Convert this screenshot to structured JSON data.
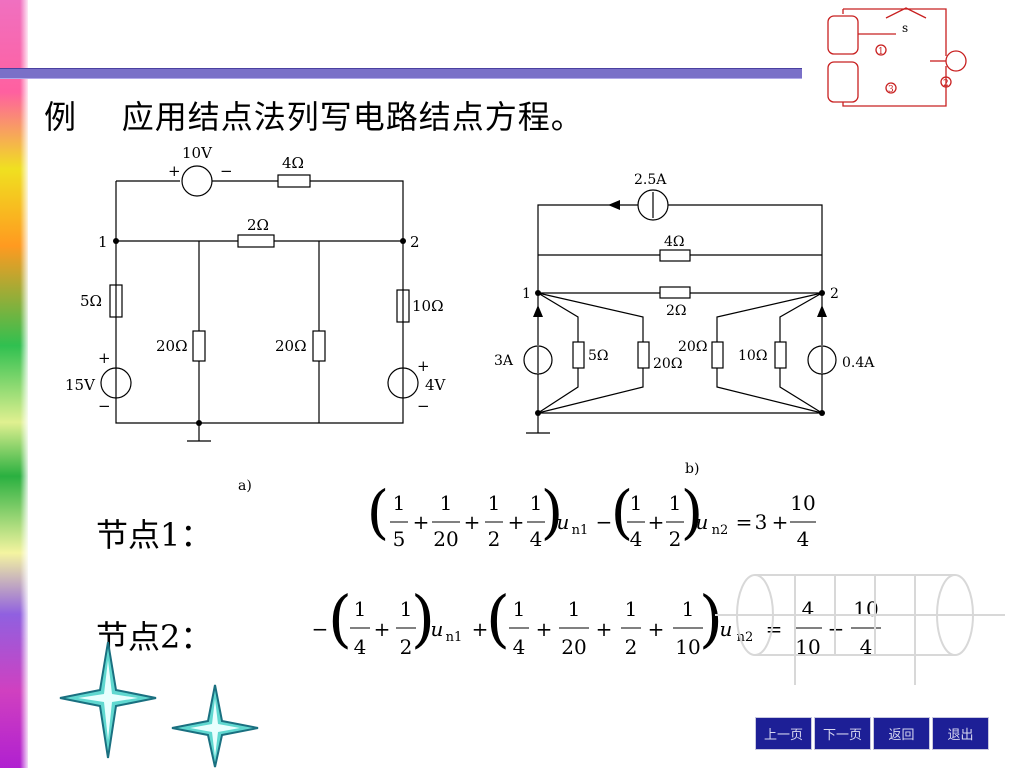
{
  "slide": {
    "title": "例    应用结点法列写电路结点方程。",
    "node1_label": "节点1：",
    "node2_label": "节点2："
  },
  "logo": {
    "s": "s",
    "n1": "1",
    "n2": "2",
    "n3": "3"
  },
  "circuit_a": {
    "caption": "a)",
    "src_top": "10V",
    "plus": "+",
    "minus": "−",
    "r_top": "4Ω",
    "r_mid": "2Ω",
    "node1": "1",
    "node2": "2",
    "r_left": "5Ω",
    "r_c1": "20Ω",
    "r_c2": "20Ω",
    "r_right": "10Ω",
    "src_left": "15V",
    "src_right": "4V"
  },
  "circuit_b": {
    "caption": "b)",
    "isrc_top": "2.5A",
    "r_top": "4Ω",
    "r_mid": "2Ω",
    "node1": "1",
    "node2": "2",
    "isrc_left": "3A",
    "r_a": "5Ω",
    "r_b": "20Ω",
    "r_c": "20Ω",
    "r_d": "10Ω",
    "isrc_right": "0.4A"
  },
  "eq1": {
    "f1n": "1",
    "f1d": "5",
    "f2n": "1",
    "f2d": "20",
    "f3n": "1",
    "f3d": "2",
    "f4n": "1",
    "f4d": "4",
    "u1": "u",
    "u1s": "n1",
    "minus": "−",
    "g1n": "1",
    "g1d": "4",
    "g2n": "1",
    "g2d": "2",
    "u2": "u",
    "u2s": "n2",
    "eq": "=",
    "rhs1": "3",
    "plus": "+",
    "rfn": "10",
    "rfd": "4"
  },
  "eq2": {
    "lead": "−",
    "f1n": "1",
    "f1d": "4",
    "f2n": "1",
    "f2d": "2",
    "u1": "u",
    "u1s": "n1",
    "plus": "+",
    "g1n": "1",
    "g1d": "4",
    "g2n": "1",
    "g2d": "20",
    "g3n": "1",
    "g3d": "2",
    "g4n": "1",
    "g4d": "10",
    "u2": "u",
    "u2s": "n2",
    "eq": "=",
    "r1n": "4",
    "r1d": "10",
    "minus": "−",
    "r2n": "10",
    "r2d": "4"
  },
  "nav": {
    "prev": "上一页",
    "next": "下一页",
    "back": "返回",
    "exit": "退出"
  }
}
